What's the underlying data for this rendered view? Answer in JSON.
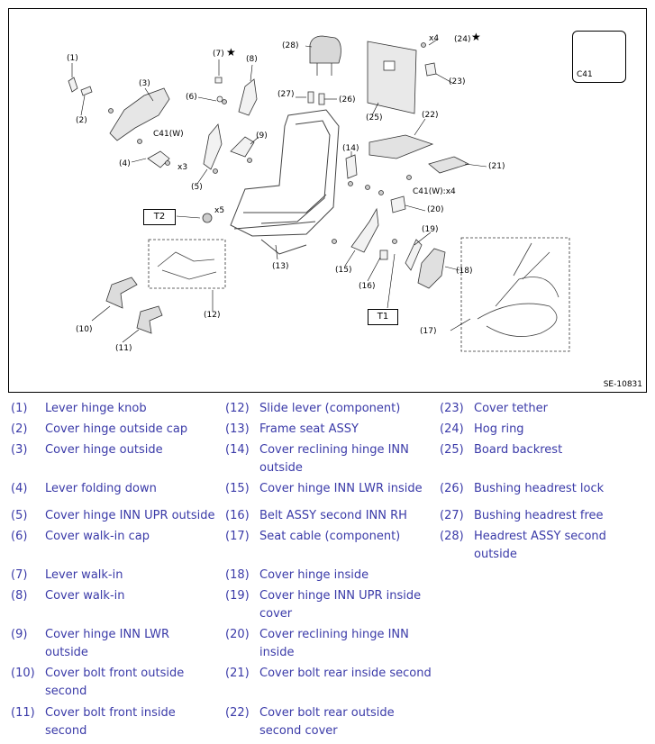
{
  "diagram": {
    "id": "SE-10831",
    "callouts": {
      "c1": "(1)",
      "c2": "(2)",
      "c3": "(3)",
      "c4": "(4)",
      "c5": "(5)",
      "c6": "(6)",
      "c7": "(7)",
      "c8": "(8)",
      "c9": "(9)",
      "c10": "(10)",
      "c11": "(11)",
      "c12": "(12)",
      "c13": "(13)",
      "c14": "(14)",
      "c15": "(15)",
      "c16": "(16)",
      "c17": "(17)",
      "c18": "(18)",
      "c19": "(19)",
      "c20": "(20)",
      "c21": "(21)",
      "c22": "(22)",
      "c23": "(23)",
      "c24": "(24)",
      "c25": "(25)",
      "c26": "(26)",
      "c27": "(27)",
      "c28": "(28)"
    },
    "annotations": {
      "c41w": "C41(W)",
      "c41wx4": "C41(W):x4",
      "x3": "x3",
      "x4": "x4",
      "x5": "x5",
      "star": "★",
      "t1": "T1",
      "t2": "T2",
      "connector": "C41"
    }
  },
  "legend": [
    {
      "num": "(1)",
      "label": "Lever hinge knob"
    },
    {
      "num": "(2)",
      "label": "Cover hinge outside cap"
    },
    {
      "num": "(3)",
      "label": "Cover hinge outside"
    },
    {
      "num": "(4)",
      "label": "Lever folding down"
    },
    {
      "num": "(5)",
      "label": "Cover hinge INN UPR outside"
    },
    {
      "num": "(6)",
      "label": "Cover walk-in cap"
    },
    {
      "num": "(7)",
      "label": "Lever walk-in"
    },
    {
      "num": "(8)",
      "label": "Cover walk-in"
    },
    {
      "num": "(9)",
      "label": "Cover hinge INN LWR outside"
    },
    {
      "num": "(10)",
      "label": "Cover bolt front outside second"
    },
    {
      "num": "(11)",
      "label": "Cover bolt front inside second"
    },
    {
      "num": "(12)",
      "label": "Slide lever (component)"
    },
    {
      "num": "(13)",
      "label": "Frame seat ASSY"
    },
    {
      "num": "(14)",
      "label": "Cover reclining hinge INN outside"
    },
    {
      "num": "(15)",
      "label": "Cover hinge INN LWR inside"
    },
    {
      "num": "(16)",
      "label": "Belt ASSY second INN RH"
    },
    {
      "num": "(17)",
      "label": "Seat cable (component)"
    },
    {
      "num": "(18)",
      "label": "Cover hinge inside"
    },
    {
      "num": "(19)",
      "label": "Cover hinge INN UPR inside cover"
    },
    {
      "num": "(20)",
      "label": "Cover reclining hinge INN inside"
    },
    {
      "num": "(21)",
      "label": "Cover bolt rear inside second"
    },
    {
      "num": "(22)",
      "label": "Cover bolt rear outside second cover"
    },
    {
      "num": "(23)",
      "label": "Cover tether"
    },
    {
      "num": "(24)",
      "label": "Hog ring"
    },
    {
      "num": "(25)",
      "label": "Board backrest"
    },
    {
      "num": "(26)",
      "label": "Bushing headrest lock"
    },
    {
      "num": "(27)",
      "label": "Bushing headrest free"
    },
    {
      "num": "(28)",
      "label": "Headrest ASSY second outside"
    }
  ]
}
